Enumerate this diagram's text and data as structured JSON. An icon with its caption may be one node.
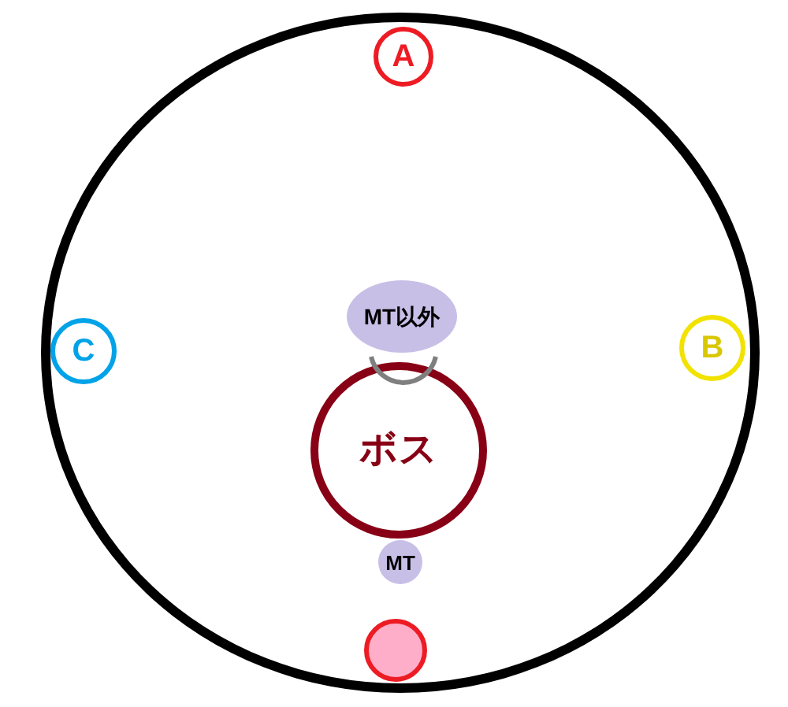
{
  "diagram": {
    "nodes": [
      {
        "text": [],
        "shape": "circle"
      },
      {
        "text": [
          "A"
        ],
        "in": 0
      },
      {
        "text": [
          "C"
        ],
        "in": 0
      },
      {
        "text": [
          "MT以外"
        ],
        "in": 0
      },
      {
        "text": [
          "B"
        ],
        "in": 0
      },
      {
        "text": [],
        "shape": "arc",
        "in": 0
      },
      {
        "text": [
          "ボス"
        ],
        "in": 0
      },
      {
        "text": [
          "MT"
        ],
        "in": 0
      },
      {
        "text": [],
        "shape": "circle",
        "in": 0
      }
    ]
  }
}
